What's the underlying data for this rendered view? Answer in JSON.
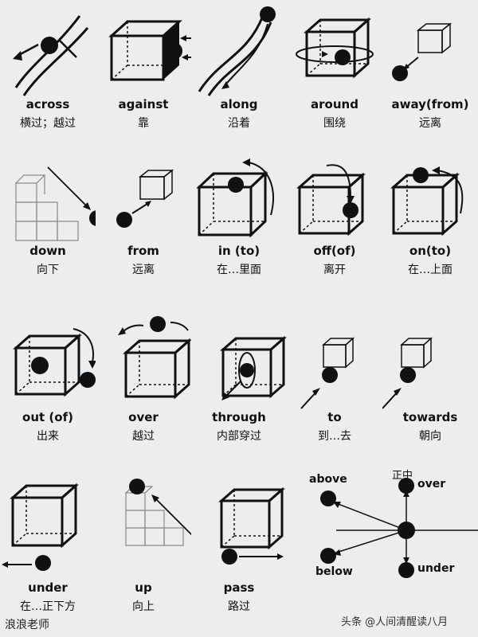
{
  "colors": {
    "background": "#ecedef",
    "ink": "#111111"
  },
  "cells": [
    {
      "en": "across",
      "zh": "横过；越过"
    },
    {
      "en": "against",
      "zh": "靠"
    },
    {
      "en": "along",
      "zh": "沿着"
    },
    {
      "en": "around",
      "zh": "围绕"
    },
    {
      "en": "away(from)",
      "zh": "远离"
    },
    {
      "en": "down",
      "zh": "向下"
    },
    {
      "en": "from",
      "zh": "远离"
    },
    {
      "en": "in (to)",
      "zh": "在…里面"
    },
    {
      "en": "off(of)",
      "zh": "离开"
    },
    {
      "en": "on(to)",
      "zh": "在…上面"
    },
    {
      "en": "out (of)",
      "zh": "出来"
    },
    {
      "en": "over",
      "zh": "越过"
    },
    {
      "en": "through",
      "zh": "内部穿过"
    },
    {
      "en": "to",
      "zh": "到…去"
    },
    {
      "en": "towards",
      "zh": "朝向"
    },
    {
      "en": "under",
      "zh": "在…正下方"
    },
    {
      "en": "up",
      "zh": "向上"
    },
    {
      "en": "pass",
      "zh": "路过"
    }
  ],
  "final": {
    "above": "above",
    "zhengzhong": "正中",
    "over": "over",
    "below": "below",
    "under": "under"
  },
  "signature": "浪浪老师",
  "watermark": "头条 @人间清醒读八月"
}
